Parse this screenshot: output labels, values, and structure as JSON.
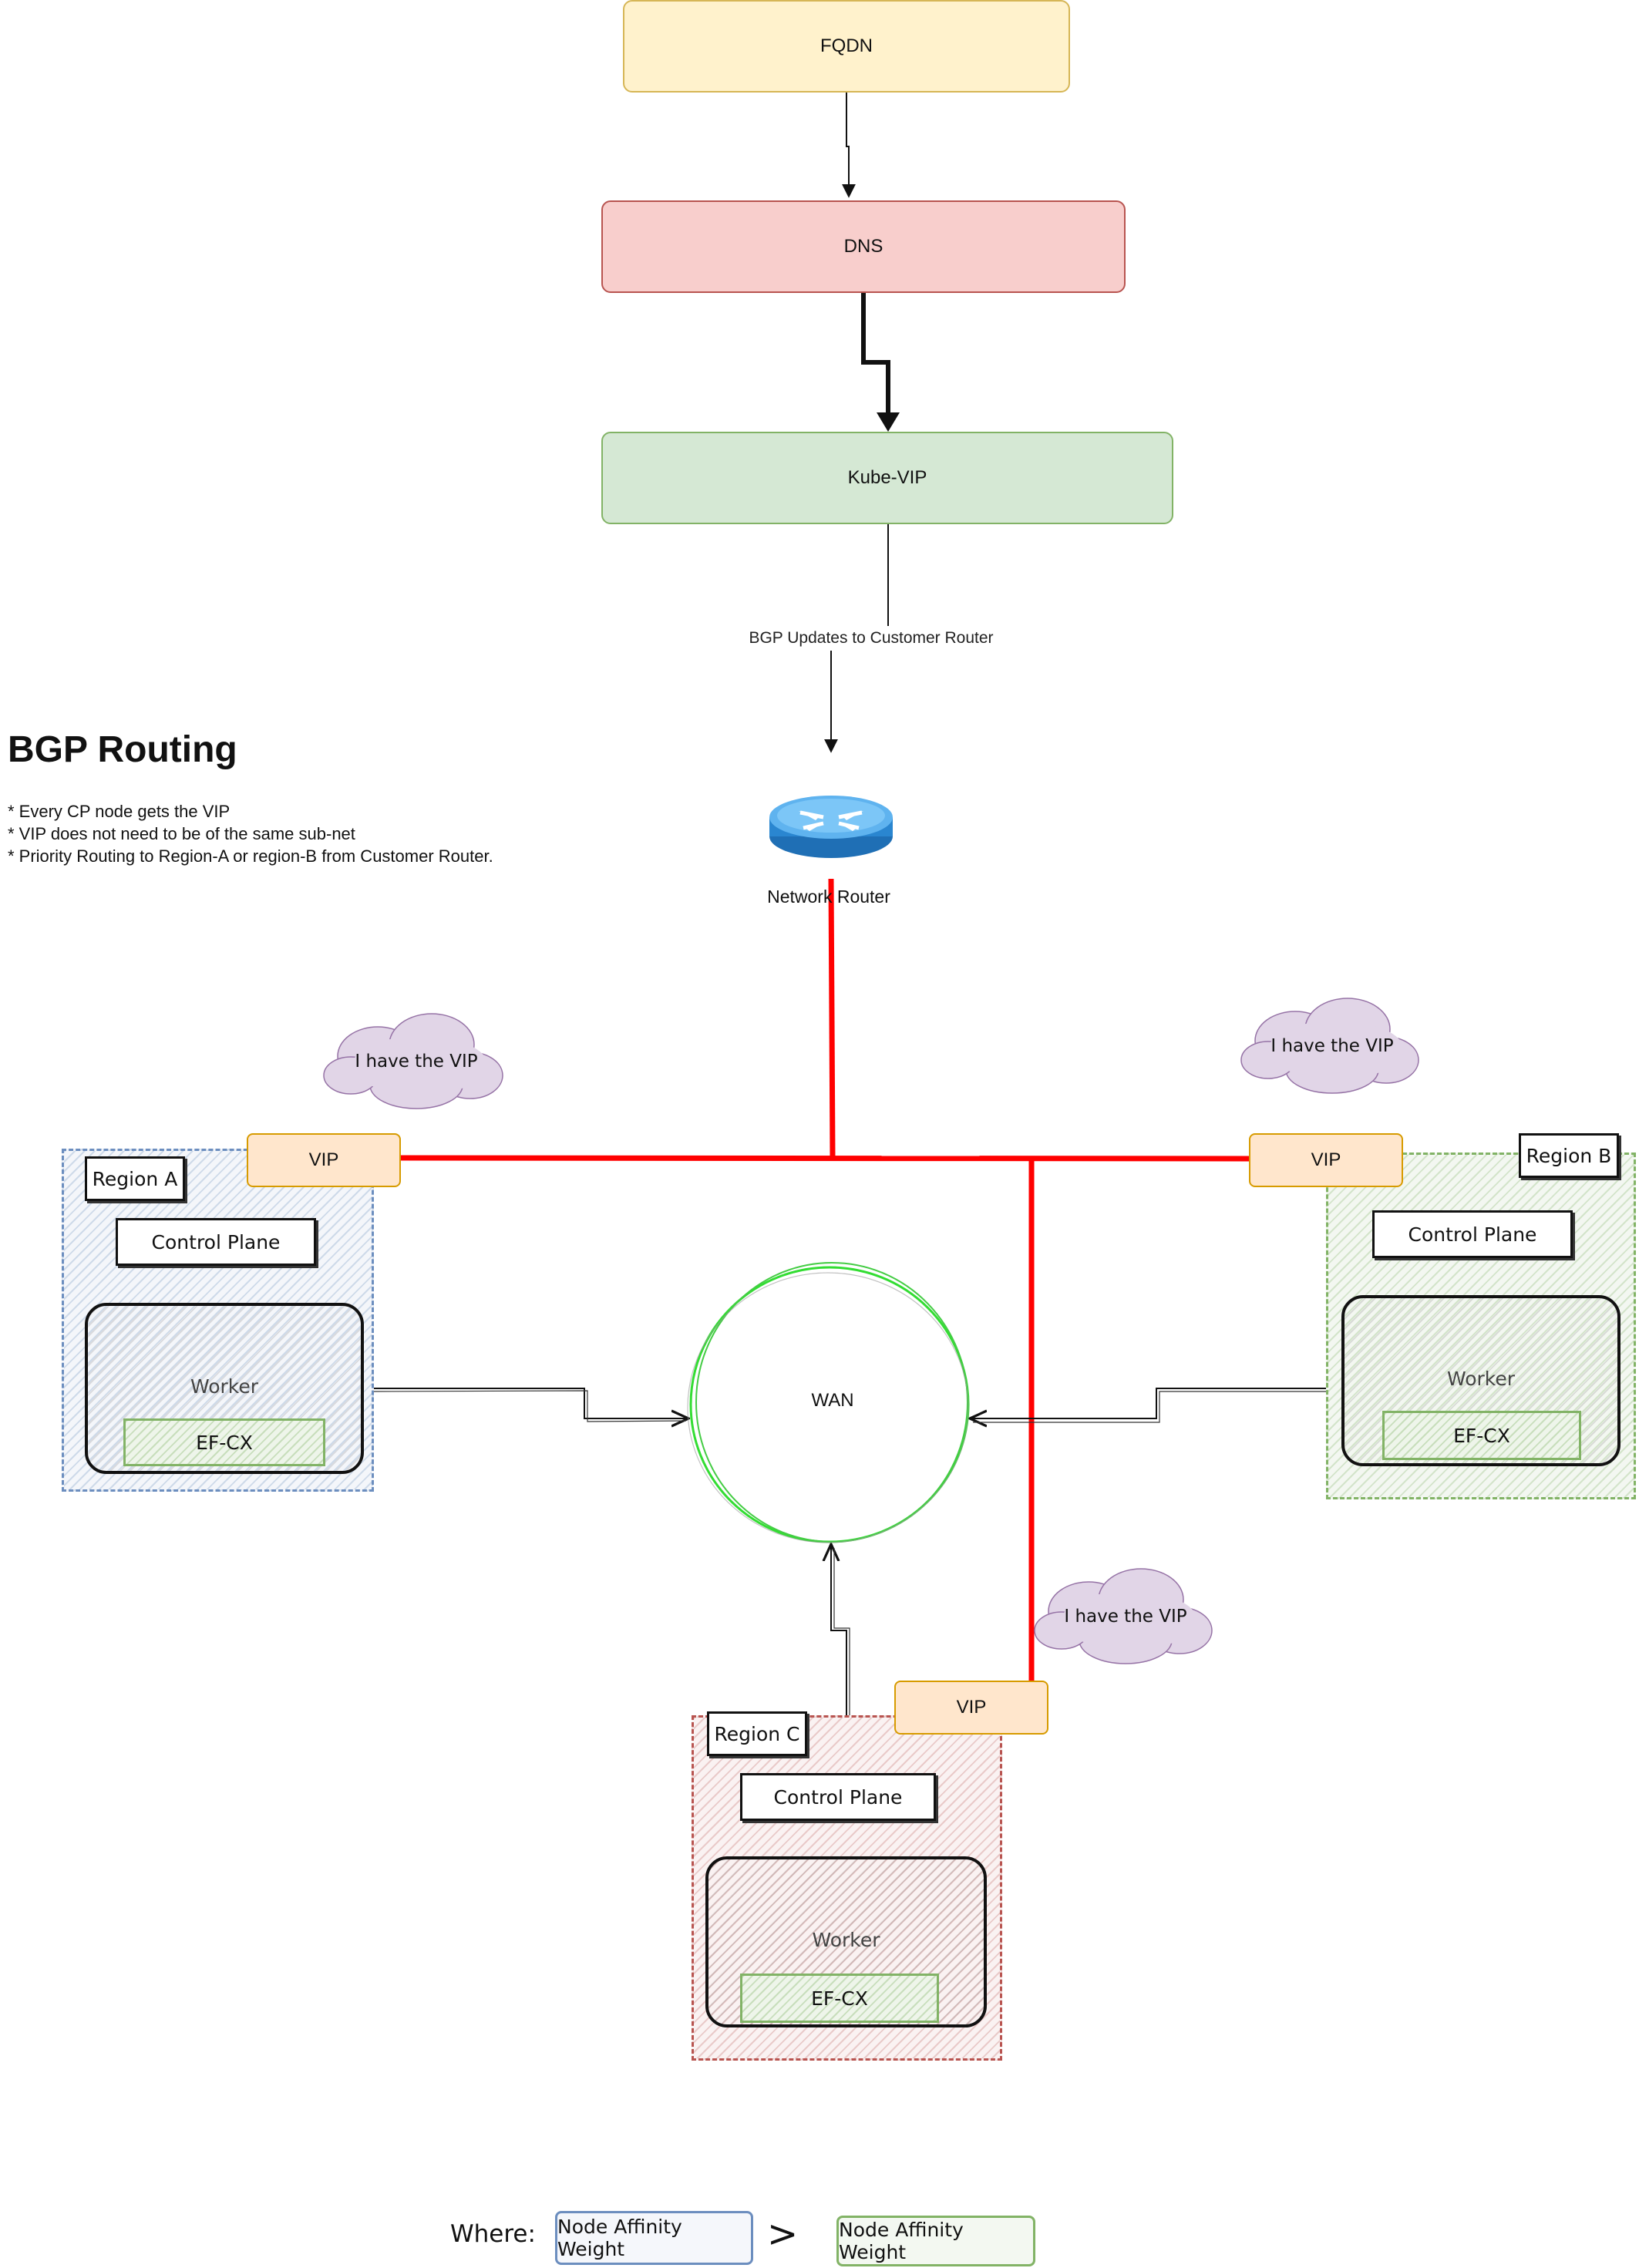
{
  "flow": {
    "fqdn": "FQDN",
    "dns": "DNS",
    "kube_vip": "Kube-VIP",
    "bgp_updates": "BGP Updates to Customer Router"
  },
  "notes": {
    "heading": "BGP Routing",
    "lines": [
      "* Every CP node gets the VIP",
      "* VIP does not need to be of the same sub-net",
      "* Priority Routing to Region-A or region-B from Customer Router."
    ]
  },
  "router": {
    "label": "Network Router",
    "icon": "router-icon"
  },
  "wan": {
    "label": "WAN"
  },
  "regions": {
    "a": {
      "name": "Region A",
      "control_plane": "Control Plane",
      "worker": "Worker",
      "efcx": "EF-CX",
      "vip": "VIP",
      "cloud": "I have the VIP"
    },
    "b": {
      "name": "Region B",
      "control_plane": "Control Plane",
      "worker": "Worker",
      "efcx": "EF-CX",
      "vip": "VIP",
      "cloud": "I have the VIP"
    },
    "c": {
      "name": "Region C",
      "control_plane": "Control Plane",
      "worker": "Worker",
      "efcx": "EF-CX",
      "vip": "VIP",
      "cloud": "I have the VIP"
    }
  },
  "legend": {
    "where": "Where:",
    "left": "Node Affinity Weight",
    "operator": ">",
    "right": "Node Affinity Weight"
  },
  "colors": {
    "red_link": "#ff0000",
    "wan_circle": "#33dd33",
    "cloud": "#e1d5e7"
  }
}
